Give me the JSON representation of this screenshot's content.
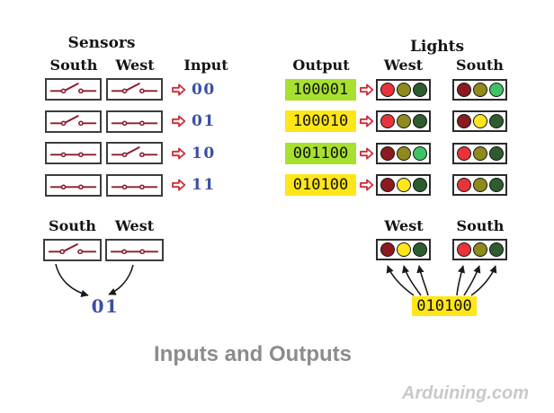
{
  "palette": {
    "switch_maroon": "#8b1d2e",
    "arrow_red": "#cf2b39",
    "input_blue": "#3b4fa5",
    "box_border": "#3d3d3d",
    "lamp_outline": "#141414",
    "light_on": {
      "red": "#e8333b",
      "yellow": "#ffe51c",
      "green": "#3fc266"
    },
    "light_off": {
      "red": "#8c1a1e",
      "yellow": "#8f8a1c",
      "green": "#2d5d2f"
    },
    "highlight_green": "#a8e02f",
    "highlight_yellow": "#ffe619",
    "caption_gray": "#8c8c8c",
    "watermark_gray": "#c9c9c9"
  },
  "sensors": {
    "title": "Sensors",
    "columns": {
      "south": "South",
      "west": "West",
      "input": "Input"
    },
    "rows": [
      {
        "south": "open",
        "west": "open",
        "input": "00"
      },
      {
        "south": "open",
        "west": "closed",
        "input": "01"
      },
      {
        "south": "closed",
        "west": "open",
        "input": "10"
      },
      {
        "south": "closed",
        "west": "closed",
        "input": "11"
      }
    ]
  },
  "lights": {
    "title": "Lights",
    "columns": {
      "output": "Output",
      "west": "West",
      "south": "South"
    },
    "rows": [
      {
        "output": "100001",
        "highlight": "green",
        "west": [
          1,
          0,
          0
        ],
        "south": [
          0,
          0,
          1
        ]
      },
      {
        "output": "100010",
        "highlight": "yellow",
        "west": [
          1,
          0,
          0
        ],
        "south": [
          0,
          1,
          0
        ]
      },
      {
        "output": "001100",
        "highlight": "green",
        "west": [
          0,
          0,
          1
        ],
        "south": [
          1,
          0,
          0
        ]
      },
      {
        "output": "010100",
        "highlight": "yellow",
        "west": [
          0,
          1,
          0
        ],
        "south": [
          1,
          0,
          0
        ]
      }
    ]
  },
  "input_example": {
    "south_label": "South",
    "west_label": "West",
    "south_state": "open",
    "west_state": "closed",
    "value": "01"
  },
  "output_example": {
    "west_label": "West",
    "south_label": "South",
    "west": [
      0,
      1,
      0
    ],
    "south": [
      1,
      0,
      0
    ],
    "value": "010100",
    "highlight": "yellow"
  },
  "caption": "Inputs and Outputs",
  "watermark": "Arduining.com"
}
